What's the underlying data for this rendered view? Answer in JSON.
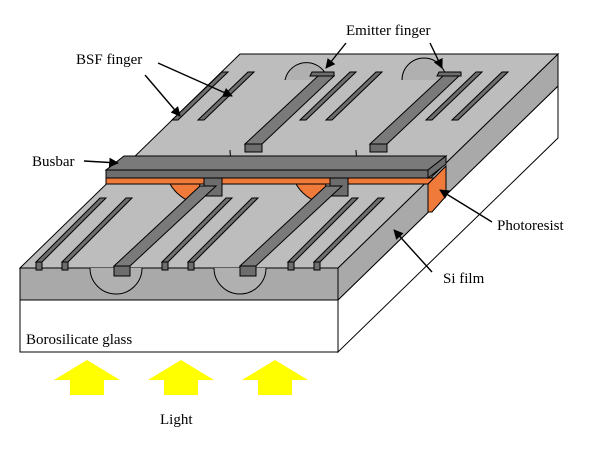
{
  "labels": {
    "emitter_finger": "Emitter finger",
    "bsf_finger": "BSF finger",
    "busbar": "Busbar",
    "photoresist": "Photoresist",
    "si_film": "Si film",
    "glass": "Borosilicate glass",
    "light": "Light"
  },
  "colors": {
    "si_top": "#bdbdbd",
    "si_side": "#a9a9a9",
    "metal": "#6d6d6d",
    "metal_top": "#7a7a7a",
    "photoresist": "#f07a3a",
    "glass": "#ffffff",
    "light_arrow": "#ffff00"
  }
}
